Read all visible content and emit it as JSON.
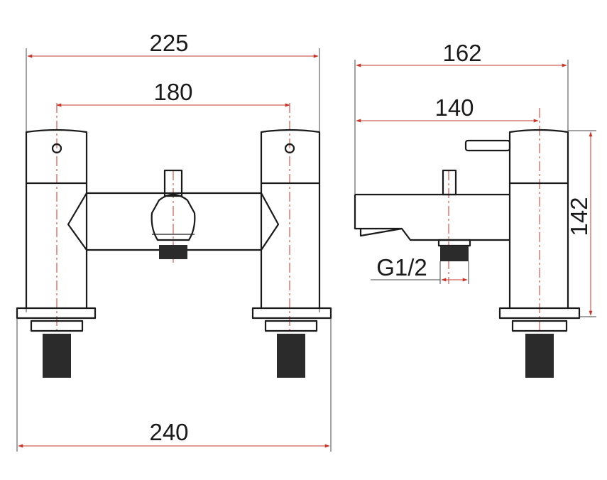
{
  "dimensions": {
    "front_top_width": "225",
    "front_hole_spacing": "180",
    "front_base_width": "240",
    "side_overall_depth": "162",
    "side_spout_depth": "140",
    "side_height": "142",
    "outlet_thread": "G1/2"
  },
  "colors": {
    "line": "#1a1a1a",
    "arrow": "#c0392b"
  }
}
